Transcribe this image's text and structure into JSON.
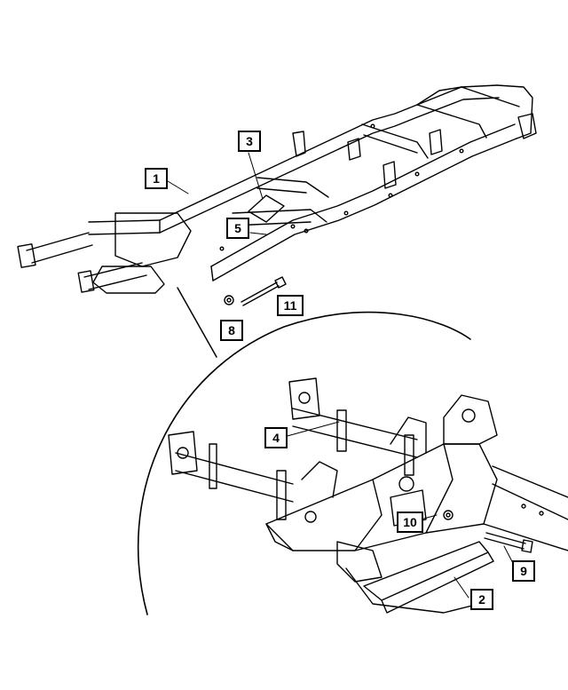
{
  "callouts": [
    {
      "id": "1",
      "label": "1"
    },
    {
      "id": "2",
      "label": "2"
    },
    {
      "id": "3",
      "label": "3"
    },
    {
      "id": "4",
      "label": "4"
    },
    {
      "id": "5",
      "label": "5"
    },
    {
      "id": "8",
      "label": "8"
    },
    {
      "id": "9",
      "label": "9"
    },
    {
      "id": "10",
      "label": "10"
    },
    {
      "id": "11",
      "label": "11"
    }
  ],
  "colors": {
    "line": "#000000",
    "background": "#ffffff"
  }
}
